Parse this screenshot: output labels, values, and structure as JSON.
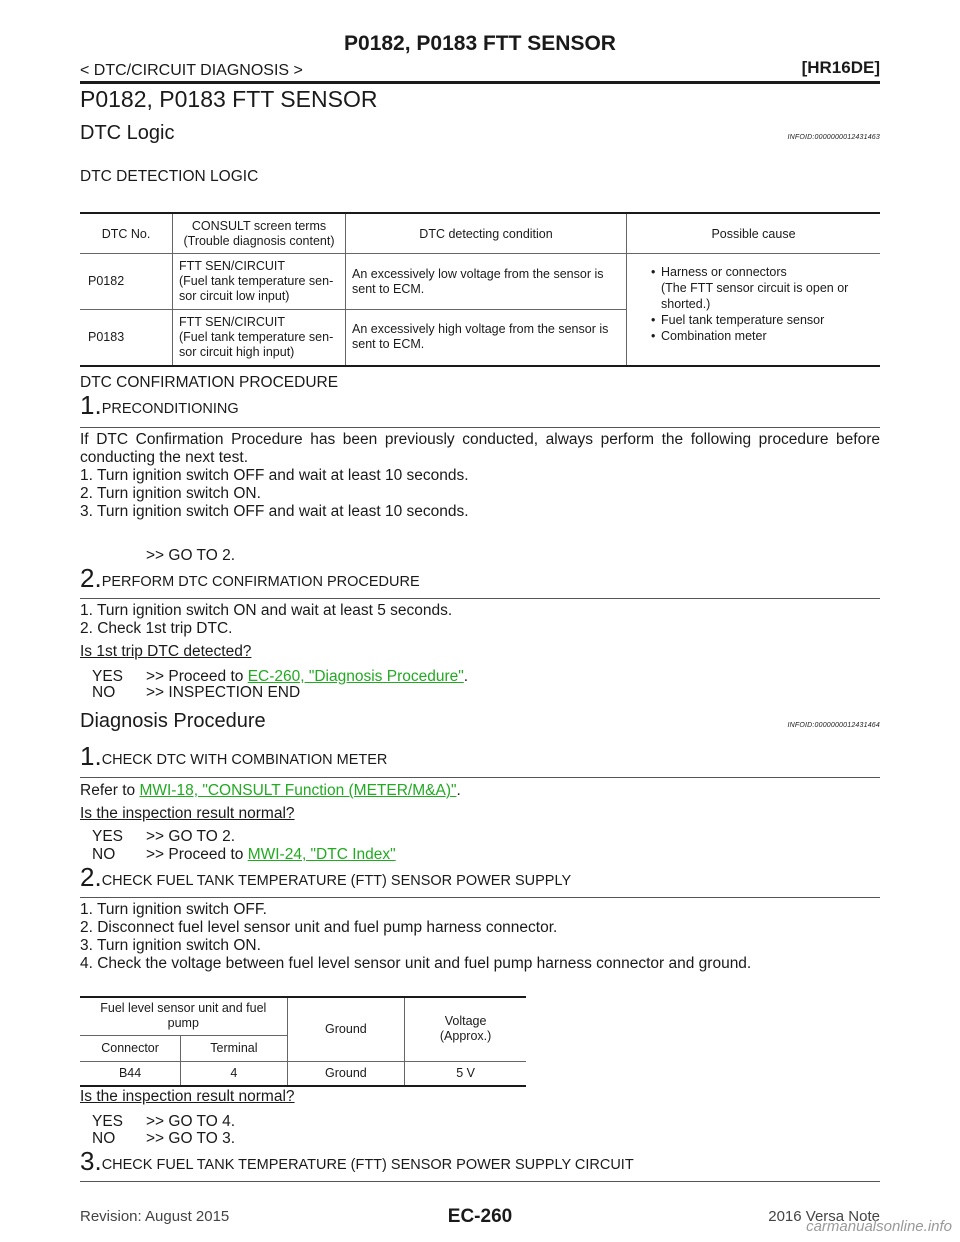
{
  "header": {
    "title": "P0182, P0183 FTT SENSOR",
    "section": "< DTC/CIRCUIT DIAGNOSIS >",
    "engine": "[HR16DE]"
  },
  "page_title": "P0182, P0183 FTT SENSOR",
  "dtc_logic": {
    "heading": "DTC Logic",
    "info_id": "INFOID:0000000012431463",
    "detection_heading": "DTC DETECTION LOGIC",
    "table": {
      "headers": [
        "DTC No.",
        "CONSULT screen terms\n(Trouble diagnosis content)",
        "DTC detecting condition",
        "Possible cause"
      ],
      "rows": [
        {
          "dtc": "P0182",
          "terms": "FTT SEN/CIRCUIT\n(Fuel tank temperature sen-\nsor circuit low input)",
          "condition": "An excessively low voltage from the sensor is\nsent to ECM."
        },
        {
          "dtc": "P0183",
          "terms": "FTT SEN/CIRCUIT\n(Fuel tank temperature sen-\nsor circuit high input)",
          "condition": "An excessively high voltage from the sensor is\nsent to ECM."
        }
      ],
      "causes": [
        "Harness or connectors\n(The FTT sensor circuit is open or\nshorted.)",
        "Fuel tank temperature sensor",
        "Combination meter"
      ]
    }
  },
  "confirmation": {
    "heading": "DTC CONFIRMATION PROCEDURE",
    "step1": {
      "num": "1.",
      "title": "PRECONDITIONING",
      "text": "If DTC Confirmation Procedure has been previously conducted, always perform the following procedure before conducting the next test.",
      "items": [
        "1. Turn ignition switch OFF and wait at least 10 seconds.",
        "2. Turn ignition switch ON.",
        "3. Turn ignition switch OFF and wait at least 10 seconds."
      ],
      "goto": ">> GO TO 2."
    },
    "step2": {
      "num": "2.",
      "title": "PERFORM DTC CONFIRMATION PROCEDURE",
      "items": [
        "1. Turn ignition switch ON and wait at least 5 seconds.",
        "2. Check 1st trip DTC."
      ],
      "question": "Is 1st trip DTC detected?",
      "yes_prefix": "YES",
      "yes_text": ">> Proceed to ",
      "yes_link": "EC-260, \"Diagnosis Procedure\"",
      "yes_suffix": ".",
      "no_prefix": "NO",
      "no_text": ">> INSPECTION END"
    }
  },
  "diagnosis": {
    "heading": "Diagnosis Procedure",
    "info_id": "INFOID:0000000012431464",
    "step1": {
      "num": "1.",
      "title": "CHECK DTC WITH COMBINATION METER",
      "refer_prefix": "Refer to ",
      "refer_link": "MWI-18, \"CONSULT Function (METER/M&A)\"",
      "refer_suffix": ".",
      "question": "Is the inspection result normal?",
      "yes_prefix": "YES",
      "yes_text": ">> GO TO 2.",
      "no_prefix": "NO",
      "no_text": ">> Proceed to ",
      "no_link": "MWI-24, \"DTC Index\""
    },
    "step2": {
      "num": "2.",
      "title": "CHECK FUEL TANK TEMPERATURE (FTT) SENSOR POWER SUPPLY",
      "items": [
        "1. Turn ignition switch OFF.",
        "2. Disconnect fuel level sensor unit and fuel pump harness connector.",
        "3. Turn ignition switch ON.",
        "4. Check the voltage between fuel level sensor unit and fuel pump harness connector and ground."
      ],
      "table": {
        "group_header": "Fuel level sensor unit and fuel\npump",
        "connector_header": "Connector",
        "terminal_header": "Terminal",
        "ground_header": "Ground",
        "voltage_header": "Voltage\n(Approx.)",
        "row": {
          "connector": "B44",
          "terminal": "4",
          "ground": "Ground",
          "voltage": "5 V"
        }
      },
      "question": "Is the inspection result normal?",
      "yes_prefix": "YES",
      "yes_text": ">> GO TO 4.",
      "no_prefix": "NO",
      "no_text": ">> GO TO 3."
    },
    "step3": {
      "num": "3.",
      "title": "CHECK FUEL TANK TEMPERATURE (FTT) SENSOR POWER SUPPLY CIRCUIT"
    }
  },
  "footer": {
    "revision": "Revision: August 2015",
    "page": "EC-260",
    "model": "2016 Versa Note",
    "watermark": "carmanualsonline.info"
  }
}
